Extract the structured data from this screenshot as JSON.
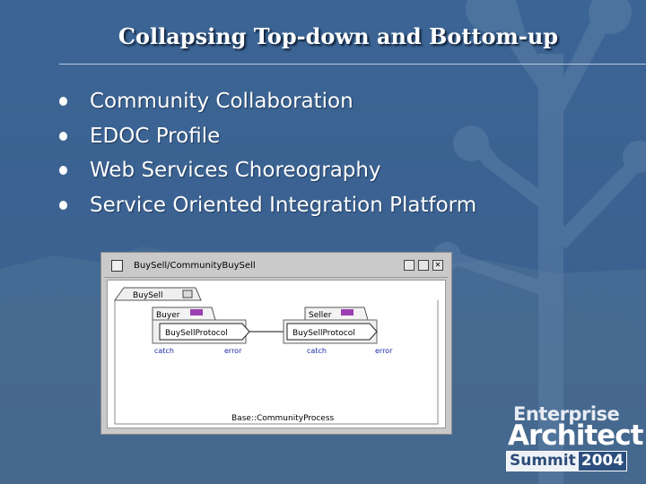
{
  "slide": {
    "title": "Collapsing Top-down and Bottom-up",
    "bullets": [
      "Community Collaboration",
      "EDOC Profile",
      "Web Services Choreography",
      "Service Oriented Integration Platform"
    ]
  },
  "screenshot": {
    "window_title": "BuySell/CommunityBuySell",
    "tab_label": "BuySell",
    "roles": [
      {
        "name": "Buyer",
        "protocol": "BuySellProtocol",
        "port_left": "catch",
        "port_right": "error"
      },
      {
        "name": "Seller",
        "protocol": "BuySellProtocol",
        "port_left": "catch",
        "port_right": "error"
      }
    ],
    "process_label": "Base::CommunityProcess"
  },
  "logo": {
    "line1": "Enterprise",
    "line2": "Architect",
    "word3": "Summit",
    "year": "2004"
  }
}
